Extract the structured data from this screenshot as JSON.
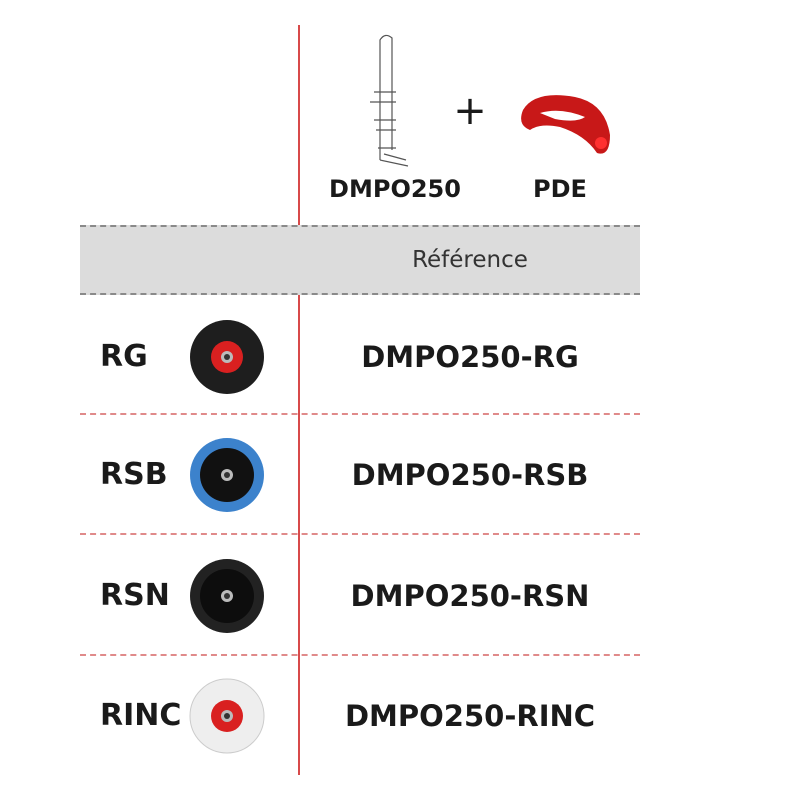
{
  "header": {
    "products": [
      {
        "label": "DMPO250"
      },
      {
        "label": "PDE"
      }
    ],
    "plus": "+",
    "reference_label": "Référence"
  },
  "rows": [
    {
      "code": "RG",
      "reference": "DMPO250-RG",
      "wheel": {
        "tire": "#1e1e1e",
        "hub": "#d92020"
      }
    },
    {
      "code": "RSB",
      "reference": "DMPO250-RSB",
      "wheel": {
        "tire": "#3c82cc",
        "hub": "#111111"
      }
    },
    {
      "code": "RSN",
      "reference": "DMPO250-RSN",
      "wheel": {
        "tire": "#222222",
        "hub": "#0d0d0d"
      }
    },
    {
      "code": "RINC",
      "reference": "DMPO250-RINC",
      "wheel": {
        "tire": "#eeeeee",
        "hub": "#d92020"
      }
    }
  ],
  "colors": {
    "divider": "#d84a4a",
    "band": "#dcdcdc"
  }
}
